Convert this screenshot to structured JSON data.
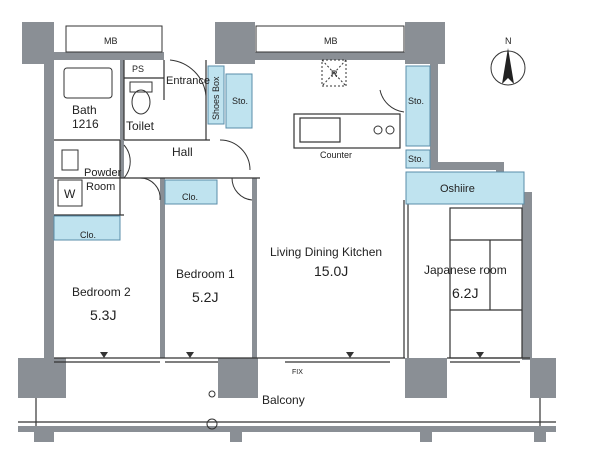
{
  "colors": {
    "wall": "#8a8f95",
    "line": "#333333",
    "storage": "#bfe3ef",
    "storage_edge": "#5a8da8"
  },
  "compass": {
    "north": "N"
  },
  "labels": {
    "mb_left": "MB",
    "mb_right": "MB",
    "ps": "PS",
    "entrance": "Entrance",
    "shoes_box": "Shoes Box",
    "sto_entry": "Sto.",
    "sto_right_top": "Sto.",
    "sto_right_small": "Sto.",
    "fridge": "R",
    "bath": "Bath",
    "bath_size": "1216",
    "toilet": "Toilet",
    "hall": "Hall",
    "powder": "Powder",
    "powder_room": "Room",
    "washer": "W",
    "clo_bed2": "Clo.",
    "clo_bed1": "Clo.",
    "counter": "Counter",
    "oshiire": "Oshiire",
    "ldk": "Living Dining Kitchen",
    "ldk_size": "15.0J",
    "japanese": "Japanese room",
    "japanese_size": "6.2J",
    "bed1": "Bedroom 1",
    "bed1_size": "5.2J",
    "bed2": "Bedroom 2",
    "bed2_size": "5.3J",
    "fix": "FIX",
    "balcony": "Balcony"
  }
}
